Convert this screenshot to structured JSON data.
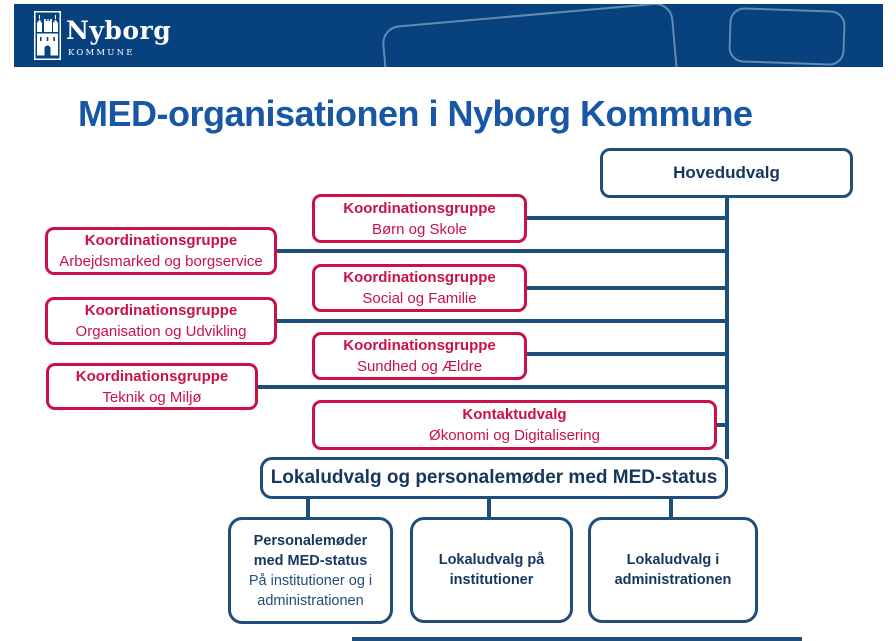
{
  "header": {
    "logo_name": "Nyborg",
    "logo_sub": "KOMMUNE"
  },
  "title": "MED-organisationen i Nyborg Kommune",
  "diagram": {
    "hovedudvalg": {
      "title": "Hovedudvalg"
    },
    "middle_groups": [
      {
        "title": "Koordinationsgruppe",
        "subtitle": "Børn og Skole"
      },
      {
        "title": "Koordinationsgruppe",
        "subtitle": "Social og Familie"
      },
      {
        "title": "Koordinationsgruppe",
        "subtitle": "Sundhed og Ældre"
      }
    ],
    "left_groups": [
      {
        "title": "Koordinationsgruppe",
        "subtitle": "Arbejdsmarked og borgservice"
      },
      {
        "title": "Koordinationsgruppe",
        "subtitle": "Organisation og Udvikling"
      },
      {
        "title": "Koordinationsgruppe",
        "subtitle": "Teknik og Miljø"
      }
    ],
    "kontaktudvalg": {
      "title": "Kontaktudvalg",
      "subtitle": "Økonomi og Digitalisering"
    },
    "lokaludvalg_bar": {
      "title": "Lokaludvalg og personalemøder med MED-status"
    },
    "bottom_boxes": [
      {
        "title": "Personalemøder med MED-status",
        "subtitle": "På institutioner og i administrationen"
      },
      {
        "title": "Lokaludvalg på institutioner",
        "subtitle": ""
      },
      {
        "title": "Lokaludvalg i administrationen",
        "subtitle": ""
      }
    ]
  },
  "colors": {
    "header_bg": "#07427E",
    "navy": "#1F4E79",
    "navy_text": "#17365D",
    "red": "#CA1145",
    "title_blue": "#1757A5"
  }
}
